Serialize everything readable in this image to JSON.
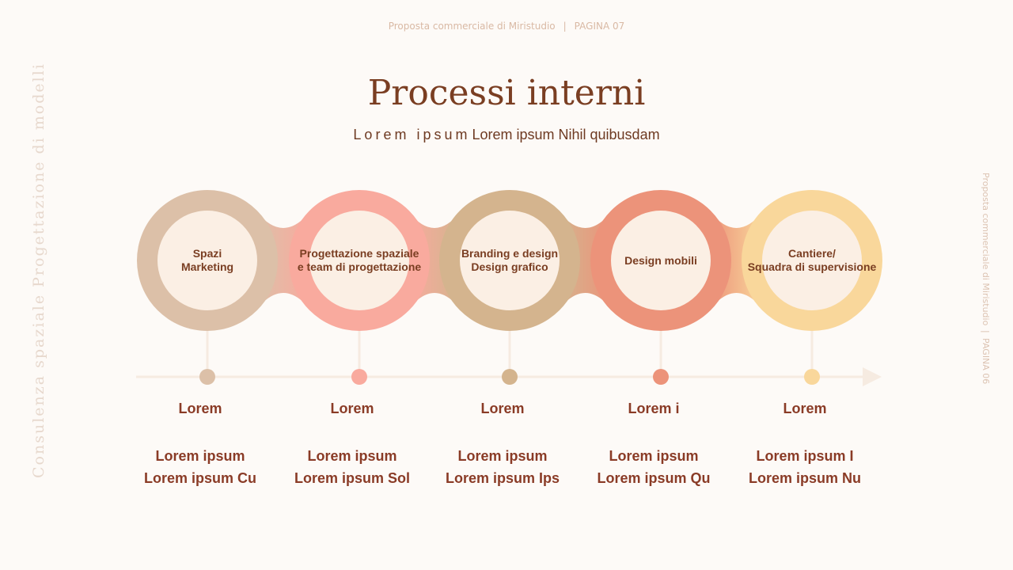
{
  "header": {
    "top_left": "Proposta commerciale di Miristudio",
    "top_separator": "|",
    "top_right": "PAGINA 07",
    "side_left": "Consulenza spaziale Progettazione di modelli",
    "side_right_a": "Proposta commerciale di Miristudio",
    "side_right_sep": "|",
    "side_right_b": "PAGINA 06"
  },
  "title": "Processi interni",
  "subtitle": {
    "spaced": "Lorem ipsum",
    "rest": "Lorem ipsum Nihil quibusdam"
  },
  "colors": {
    "background": "#fdfaf7",
    "title": "#7a3e22",
    "text": "#8a3b26",
    "inner_circle": "#fbefe4",
    "timeline": "#f6ebe1"
  },
  "steps": [
    {
      "color": "#dcc0a8",
      "node_lines": [
        "Spazi",
        "Marketing"
      ],
      "heading": "Lorem",
      "desc_lines": [
        "Lorem ipsum",
        "Lorem ipsum Cu"
      ]
    },
    {
      "color": "#f9aa9e",
      "node_lines": [
        "Progettazione spaziale",
        "e team di progettazione"
      ],
      "heading": "Lorem",
      "desc_lines": [
        "Lorem ipsum",
        "Lorem ipsum Sol"
      ]
    },
    {
      "color": "#d4b48e",
      "node_lines": [
        "Branding e design",
        "Design grafico"
      ],
      "heading": "Lorem",
      "desc_lines": [
        "Lorem ipsum",
        "Lorem ipsum Ips"
      ]
    },
    {
      "color": "#ec937a",
      "node_lines": [
        "Design mobili"
      ],
      "heading": "Lorem i",
      "desc_lines": [
        "Lorem ipsum",
        "Lorem ipsum Qu"
      ]
    },
    {
      "color": "#f9d79b",
      "node_lines": [
        "Cantiere/",
        "Squadra di supervisione"
      ],
      "heading": "Lorem",
      "desc_lines": [
        "Lorem ipsum I",
        "Lorem ipsum Nu"
      ]
    }
  ]
}
